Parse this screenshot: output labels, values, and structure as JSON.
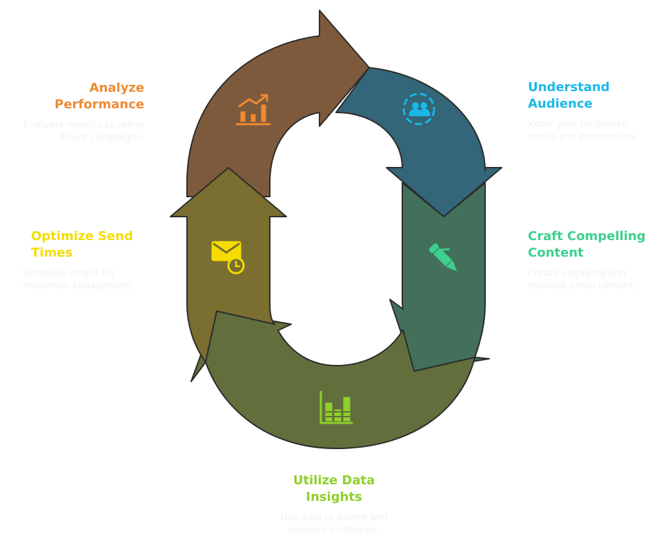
{
  "colors": {
    "analyze": "#ef8a33",
    "understand": "#1ab8e8",
    "craft": "#3ecf8e",
    "data": "#8fd02a",
    "optimize": "#f4dc00",
    "seg_analyze": "#7e5a3c",
    "seg_understand": "#336678",
    "seg_craft": "#42705a",
    "seg_data": "#626f3d",
    "seg_optimize": "#7a6e30",
    "outline": "#2c2c2c"
  },
  "stages": {
    "analyze": {
      "title": "Analyze\nPerformance",
      "description": "Evaluate metrics to refine\nfuture campaigns.",
      "icon": "growth-chart-icon"
    },
    "understand": {
      "title": "Understand\nAudience",
      "description": "Know your recipients'\nneeds and preferences.",
      "icon": "audience-icon"
    },
    "craft": {
      "title": "Craft Compelling\nContent",
      "description": "Create engaging and\nrelevant email content.",
      "icon": "pen-icon"
    },
    "data": {
      "title": "Utilize Data\nInsights",
      "description": "Use data to inform and\nimprove strategies.",
      "icon": "bar-chart-icon"
    },
    "optimize": {
      "title": "Optimize Send\nTimes",
      "description": "Schedule emails for\nmaximum engagement.",
      "icon": "email-clock-icon"
    }
  }
}
